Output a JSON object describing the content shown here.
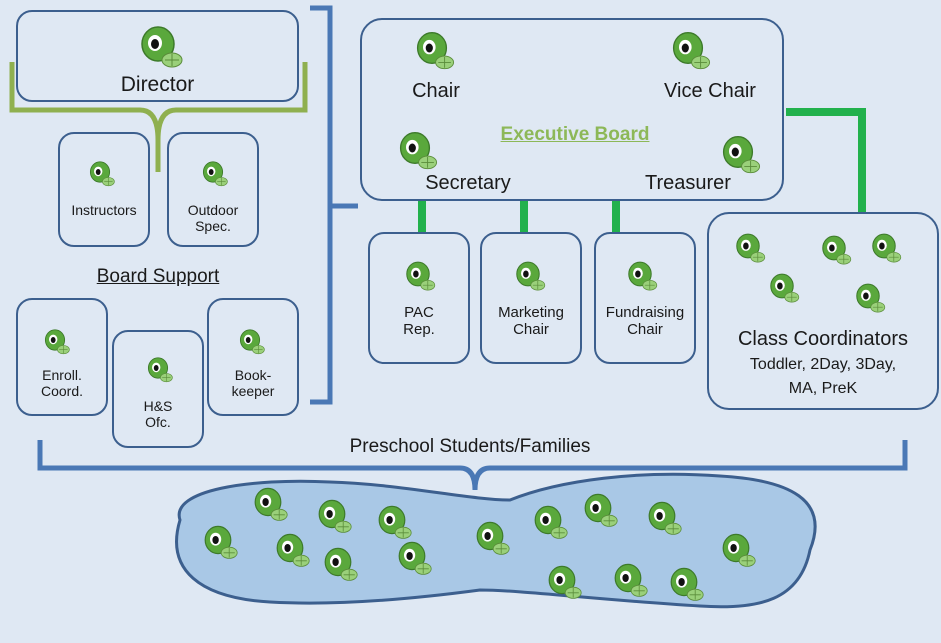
{
  "director": {
    "label": "Director"
  },
  "board_support": {
    "heading": "Board Support",
    "instructors": "Instructors",
    "outdoor_line1": "Outdoor",
    "outdoor_line2": "Spec.",
    "enroll_line1": "Enroll.",
    "enroll_line2": "Coord.",
    "hs_line1": "H&S",
    "hs_line2": "Ofc.",
    "book_line1": "Book-",
    "book_line2": "keeper"
  },
  "executive_board": {
    "title": "Executive Board",
    "chair": "Chair",
    "vice_chair": "Vice Chair",
    "secretary": "Secretary",
    "treasurer": "Treasurer"
  },
  "committees": {
    "pac_line1": "PAC",
    "pac_line2": "Rep.",
    "marketing_line1": "Marketing",
    "marketing_line2": "Chair",
    "fundraising_line1": "Fundraising",
    "fundraising_line2": "Chair"
  },
  "class_coordinators": {
    "title": "Class Coordinators",
    "line1": "Toddler, 2Day, 3Day,",
    "line2": "MA, PreK"
  },
  "students": {
    "label": "Preschool Students/Families"
  },
  "colors": {
    "box_border": "#3c5f8e",
    "bracket_blue": "#4a78b5",
    "bracket_green": "#8fb04f",
    "connector_green": "#22b14c",
    "exec_title_green": "#8db858",
    "blob_fill": "#a9c8e6",
    "turtle_head": "#5aa83c",
    "turtle_shell": "#9ad07a"
  },
  "icons": {
    "mascot": "turtle-icon"
  }
}
